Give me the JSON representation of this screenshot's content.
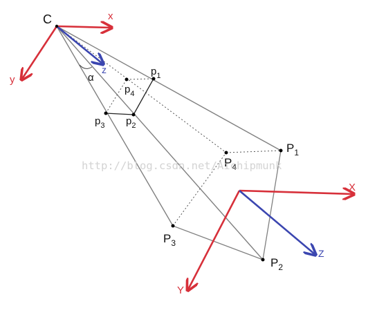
{
  "colors": {
    "camera_axis": "#d7303a",
    "optical_axis": "#3b46b0",
    "edge": "#808080",
    "dotted": "#555555",
    "point": "#000000",
    "watermark": "#d0d0d0"
  },
  "camera": {
    "center_label": "C",
    "x_label": "x",
    "y_label": "y",
    "z_label": "z",
    "angle_label": "α"
  },
  "image_points": {
    "p1": {
      "main": "p",
      "sub": "1"
    },
    "p2": {
      "main": "p",
      "sub": "2"
    },
    "p3": {
      "main": "p",
      "sub": "3"
    },
    "p4": {
      "main": "p",
      "sub": "4"
    }
  },
  "world_points": {
    "P1": {
      "main": "P",
      "sub": "1"
    },
    "P2": {
      "main": "P",
      "sub": "2"
    },
    "P3": {
      "main": "P",
      "sub": "3"
    },
    "P4": {
      "main": "P",
      "sub": "4"
    }
  },
  "world_frame": {
    "x_label": "X",
    "y_label": "Y",
    "z_label": "Z"
  },
  "watermark": "http://blog.csdn.net/Aichipmunk"
}
